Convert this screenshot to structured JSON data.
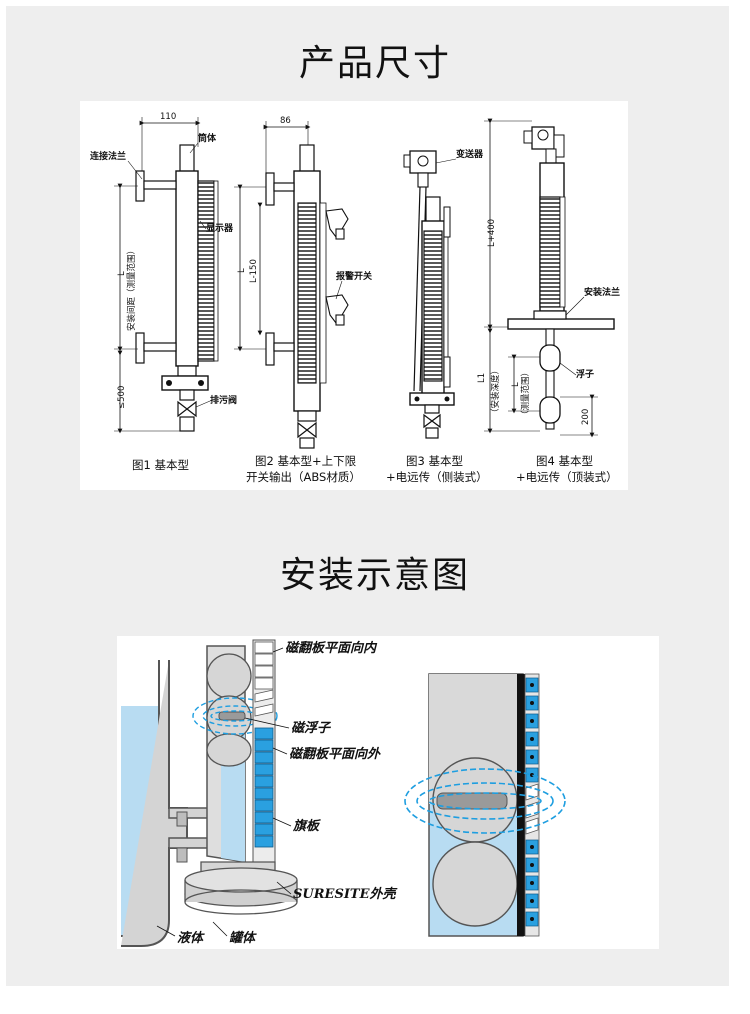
{
  "titles": {
    "dimensions": "产品尺寸",
    "installation": "安装示意图"
  },
  "figures": [
    {
      "caption_line1": "图1 基本型",
      "caption_line2": ""
    },
    {
      "caption_line1": "图2 基本型+上下限",
      "caption_line2": "开关输出（ABS材质）"
    },
    {
      "caption_line1": "图3 基本型",
      "caption_line2": "+电远传（侧装式）"
    },
    {
      "caption_line1": "图4 基本型",
      "caption_line2": "+电远传（顶装式）"
    }
  ],
  "dimension_labels": {
    "width_110": "110",
    "width_86": "86",
    "L": "L",
    "L_minus_150": "L-150",
    "L_plus_400": "L+400",
    "L1": "L1",
    "le_500": "≤500",
    "d200": "200",
    "install_spacing": "安装间距（测量范围）",
    "install_depth": "（安装深度）",
    "measure_range": "（测量范围）"
  },
  "part_labels": {
    "connect_flange": "连接法兰",
    "tube": "筒体",
    "display": "显示器",
    "drain_valve": "排污阀",
    "alarm_switch": "报警开关",
    "transmitter": "变送器",
    "mount_flange": "安装法兰",
    "float": "浮子"
  },
  "install_labels": {
    "flap_in": "磁翻板平面向内",
    "magnetic_float": "磁浮子",
    "flap_out": "磁翻板平面向外",
    "flag": "旗板",
    "housing": "SURESITE外壳",
    "liquid": "液体",
    "tank": "罐体"
  },
  "colors": {
    "page_bg": "#eeeeee",
    "liquid": "#b8dcf2",
    "flap": "#2aa0e0",
    "field": "#1e9ee0"
  }
}
